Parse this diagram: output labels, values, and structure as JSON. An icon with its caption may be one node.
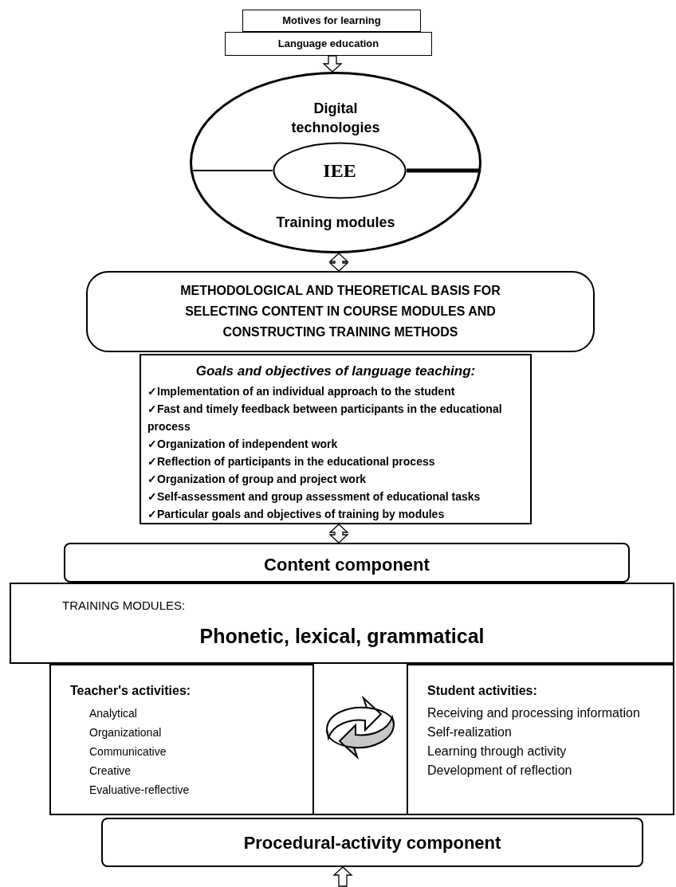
{
  "diagram": {
    "nodes": [
      {
        "text": [
          "Motives for learning"
        ]
      },
      {
        "text": [
          "Language education"
        ]
      },
      {
        "text": [
          "Digital technologies",
          "Training modules"
        ]
      },
      {
        "text": [
          "IEE"
        ],
        "in": 2
      },
      {
        "text": [
          "METHODOLOGICAL AND THEORETICAL BASIS FOR SELECTING CONTENT IN COURSE MODULES AND CONSTRUCTING TRAINING METHODS"
        ]
      },
      {
        "text": [
          "Goals and objectives of language teaching:",
          "✓Implementation of an individual approach to the student",
          "✓Fast and timely feedback between participants in the educational process",
          "✓Organization of independent work",
          "✓Reflection of participants in the educational process",
          "✓Organization of group and project work",
          "✓Self-assessment and group assessment of educational tasks",
          "✓Particular goals and objectives of training by modules"
        ]
      },
      {
        "text": [
          "Content component"
        ]
      },
      {
        "text": [
          "TRAINING MODULES:",
          "Phonetic, lexical, grammatical"
        ]
      },
      {
        "text": [
          "Teacher's activities:",
          "Analytical",
          "Organizational",
          "Communicative",
          "Creative",
          "Evaluative-reflective"
        ]
      },
      {
        "text": [
          "Student activities:",
          "Receiving and processing information",
          "Self-realization",
          "Learning through activity",
          "Development of reflection"
        ]
      },
      {
        "text": [
          "Procedural-activity component"
        ]
      }
    ],
    "edges": [
      {
        "from": 1,
        "to": 2,
        "arrow": "to"
      },
      {
        "from": 3,
        "to": 2,
        "arrow": "none"
      },
      {
        "from": 3,
        "to": 2,
        "arrow": "none",
        "style": "thick"
      },
      {
        "from": 2,
        "to": 4,
        "arrow": "both"
      },
      {
        "from": 5,
        "to": 6,
        "arrow": "both"
      },
      {
        "from": null,
        "to": 10,
        "arrow": "to"
      }
    ]
  }
}
